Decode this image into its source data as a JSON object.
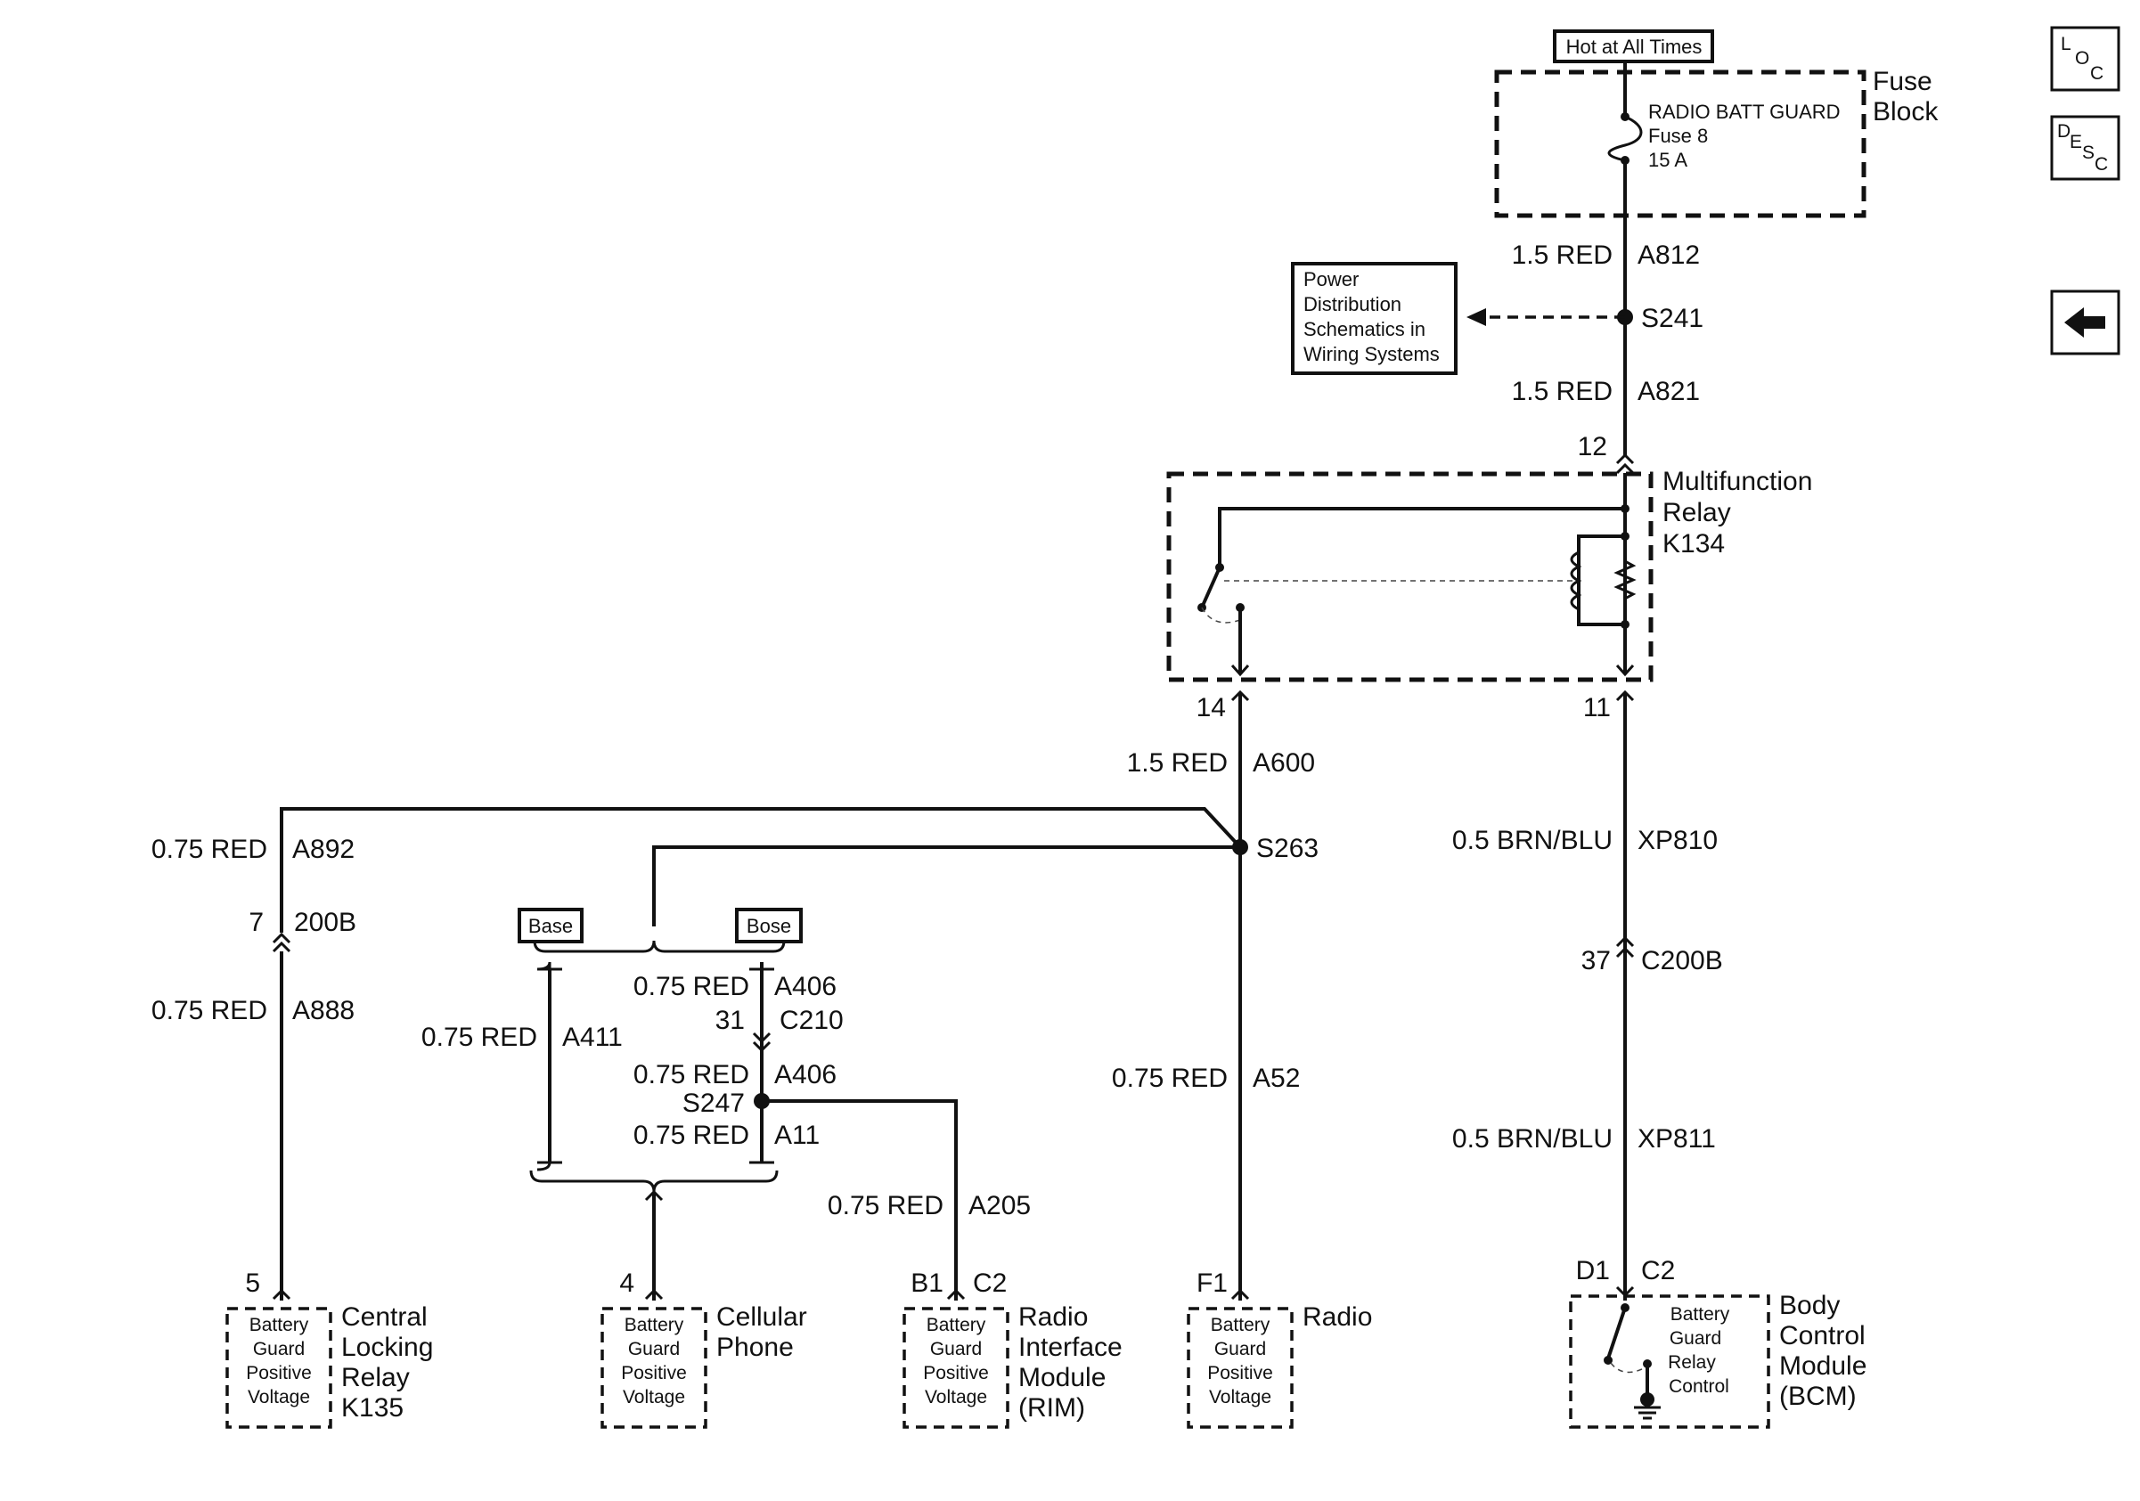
{
  "header": {
    "hot_label": "Hot at All Times",
    "fuse_block_label": [
      "Fuse",
      "Block"
    ],
    "fuse_name": "RADIO BATT GUARD",
    "fuse_number": "Fuse 8",
    "fuse_rating": "15 A"
  },
  "nav": {
    "loc": [
      "L",
      "O",
      "C"
    ],
    "desc": [
      "D",
      "E",
      "S",
      "C"
    ],
    "back_icon": "left-arrow-icon"
  },
  "reference_box": {
    "lines": [
      "Power",
      "Distribution",
      "Schematics in",
      "Wiring Systems"
    ]
  },
  "wires": {
    "a812": {
      "gauge": "1.5 RED",
      "circuit": "A812"
    },
    "a821": {
      "gauge": "1.5 RED",
      "circuit": "A821"
    },
    "a600": {
      "gauge": "1.5 RED",
      "circuit": "A600"
    },
    "xp810": {
      "gauge": "0.5 BRN/BLU",
      "circuit": "XP810"
    },
    "xp811": {
      "gauge": "0.5 BRN/BLU",
      "circuit": "XP811"
    },
    "a892": {
      "gauge": "0.75 RED",
      "circuit": "A892"
    },
    "a888": {
      "gauge": "0.75 RED",
      "circuit": "A888"
    },
    "a411": {
      "gauge": "0.75 RED",
      "circuit": "A411"
    },
    "a406_top": {
      "gauge": "0.75 RED",
      "circuit": "A406"
    },
    "a406_bottom": {
      "gauge": "0.75 RED",
      "circuit": "A406"
    },
    "a11": {
      "gauge": "0.75 RED",
      "circuit": "A11"
    },
    "a205": {
      "gauge": "0.75 RED",
      "circuit": "A205"
    },
    "a52": {
      "gauge": "0.75 RED",
      "circuit": "A52"
    }
  },
  "splices": {
    "s241": "S241",
    "s263": "S263",
    "s247": "S247"
  },
  "relay": {
    "name": [
      "Multifunction",
      "Relay",
      "K134"
    ],
    "pin_in": "12",
    "pin_out_left": "14",
    "pin_out_right": "11"
  },
  "connectors": {
    "c200b_left": {
      "pin": "7",
      "name": "200B"
    },
    "c200b_right": {
      "pin": "37",
      "name": "C200B"
    },
    "c210": {
      "pin": "31",
      "name": "C210"
    }
  },
  "options": {
    "base": "Base",
    "bose": "Bose"
  },
  "components": [
    {
      "pin": "5",
      "connector": "",
      "inner": [
        "Battery",
        "Guard",
        "Positive",
        "Voltage"
      ],
      "name": [
        "Central",
        "Locking",
        "Relay",
        "K135"
      ]
    },
    {
      "pin": "4",
      "connector": "",
      "inner": [
        "Battery",
        "Guard",
        "Positive",
        "Voltage"
      ],
      "name": [
        "Cellular",
        "Phone"
      ]
    },
    {
      "pin": "B1",
      "connector": "C2",
      "inner": [
        "Battery",
        "Guard",
        "Positive",
        "Voltage"
      ],
      "name": [
        "Radio",
        "Interface",
        "Module",
        "(RIM)"
      ]
    },
    {
      "pin": "F1",
      "connector": "",
      "inner": [
        "Battery",
        "Guard",
        "Positive",
        "Voltage"
      ],
      "name": [
        "Radio"
      ]
    },
    {
      "pin": "D1",
      "connector": "C2",
      "inner": [
        "Battery",
        "Guard",
        "Relay",
        "Control"
      ],
      "name": [
        "Body",
        "Control",
        "Module",
        "(BCM)"
      ]
    }
  ]
}
